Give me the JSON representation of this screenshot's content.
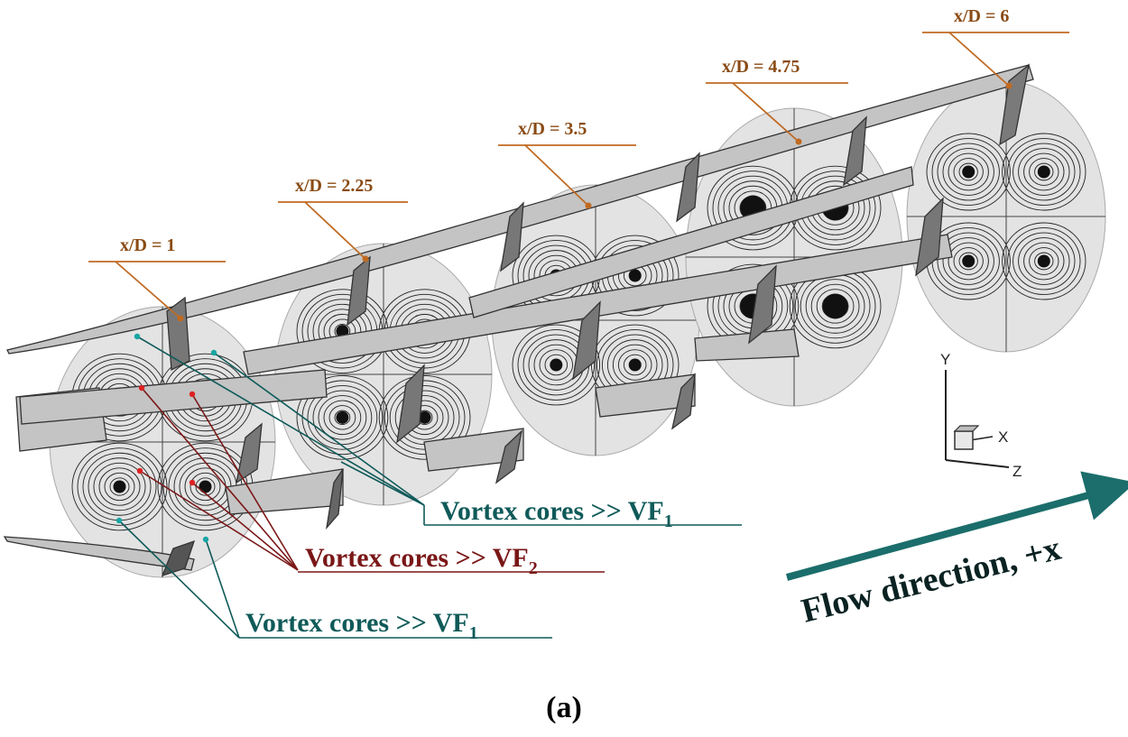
{
  "stations": [
    {
      "label": "x/D = 1"
    },
    {
      "label": "x/D = 2.25"
    },
    {
      "label": "x/D = 3.5"
    },
    {
      "label": "x/D = 4.75"
    },
    {
      "label": "x/D = 6"
    }
  ],
  "callouts": {
    "vf1_upper": {
      "text": "Vortex cores >> VF",
      "sub": "1"
    },
    "vf2": {
      "text": "Vortex cores >> VF",
      "sub": "2"
    },
    "vf1_lower": {
      "text": "Vortex cores >> VF",
      "sub": "1"
    }
  },
  "axes": {
    "y": "Y",
    "x": "X",
    "z": "Z"
  },
  "flow": {
    "label": "Flow direction, +x"
  },
  "caption": "(a)",
  "colors": {
    "station_leader": "#c06a22",
    "vf1": "#0f5a59",
    "vf2": "#7a1717",
    "flow_arrow": "#1b6e6b",
    "vane_fill": "#c4c4c4",
    "disc_fill": "#e3e3e3"
  }
}
